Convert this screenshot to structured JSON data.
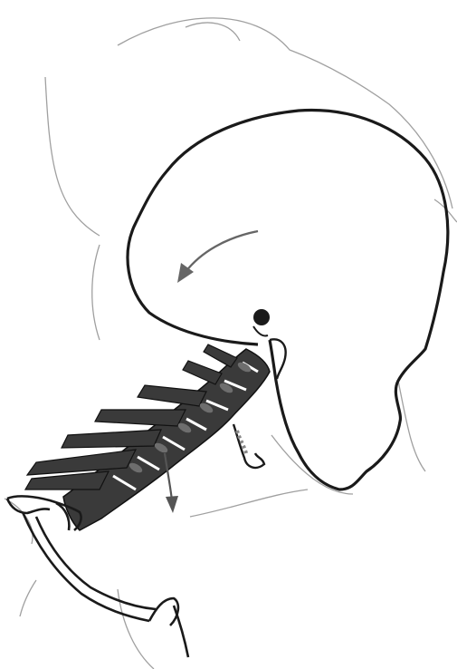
{
  "figure": {
    "description_text": "",
    "colors": {
      "background": "#ffffff",
      "outline": "#1a1a1a",
      "faint_outline": "#9a9a9a",
      "vertebra_fill": "#3a3a3a",
      "vertebra_highlight": "#6e6e6e",
      "arrow": "#555555"
    },
    "icons": [
      "skull-outline",
      "cervical-vertebrae",
      "clavicle",
      "motion-arrow"
    ]
  }
}
